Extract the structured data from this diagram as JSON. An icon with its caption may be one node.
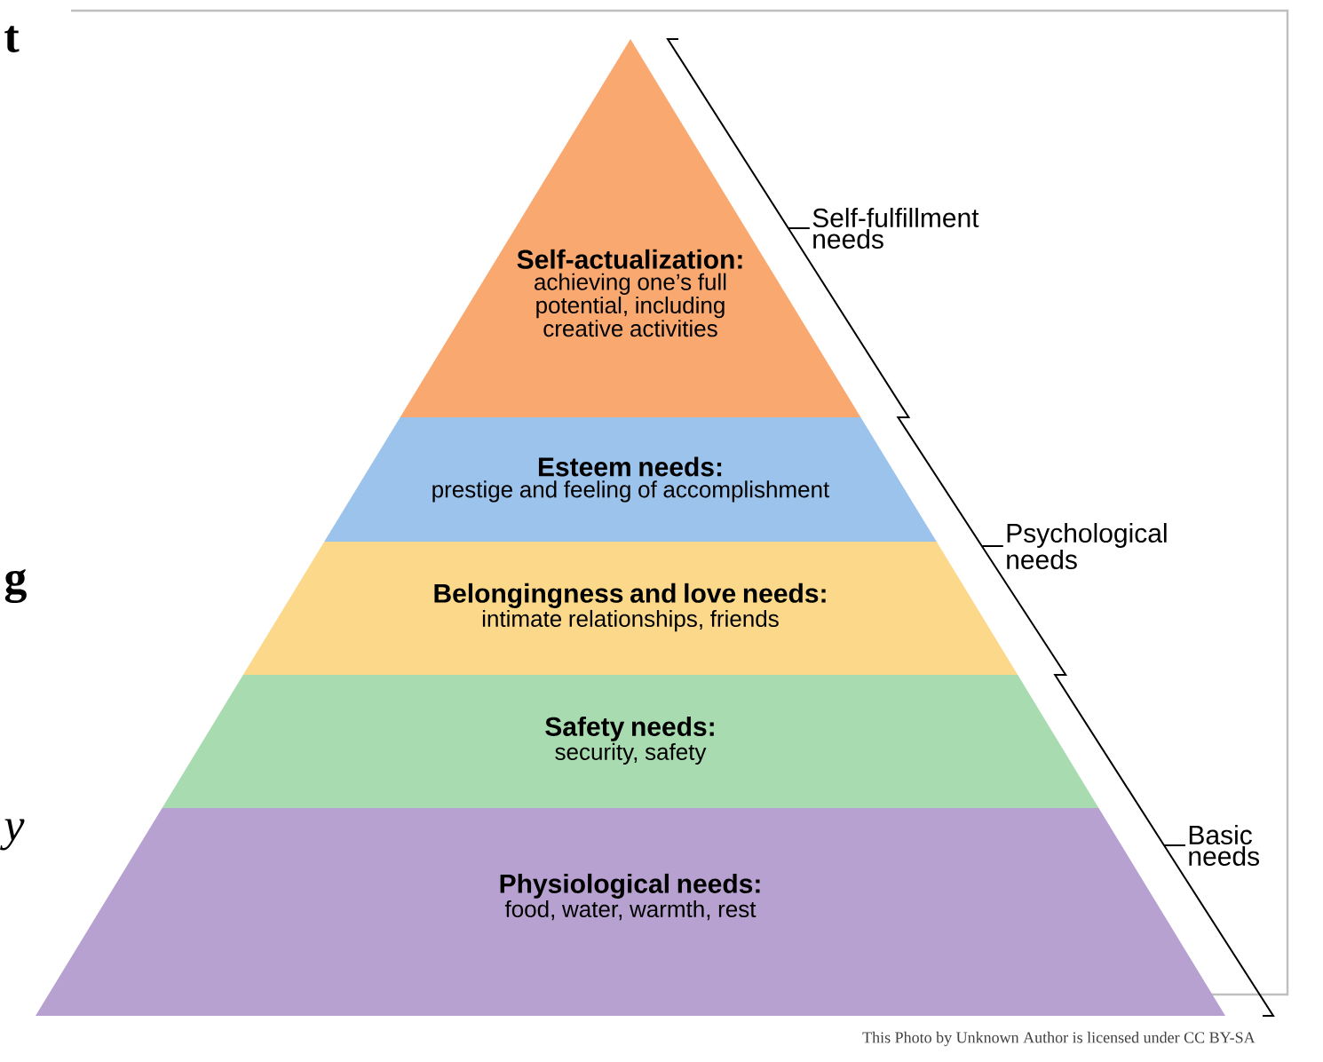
{
  "diagram": {
    "nodes": [
      {
        "text": [
          "Self-actualization:",
          "achieving one’s full potential, including creative activities"
        ]
      },
      {
        "text": [
          "Esteem needs:",
          "prestige and feeling of accomplishment"
        ]
      },
      {
        "text": [
          "Belongingness and love needs:",
          "intimate relationships, friends"
        ]
      },
      {
        "text": [
          "Safety needs:",
          "security, safety"
        ]
      },
      {
        "text": [
          "Physiological needs:",
          "food, water, warmth, rest"
        ]
      }
    ],
    "labels": [
      "t",
      "Self-fulfillment needs",
      "Psychological needs",
      "g",
      "Basic needs",
      "y",
      "This Photo by Unknown Author is licensed under CC BY-SA"
    ]
  }
}
